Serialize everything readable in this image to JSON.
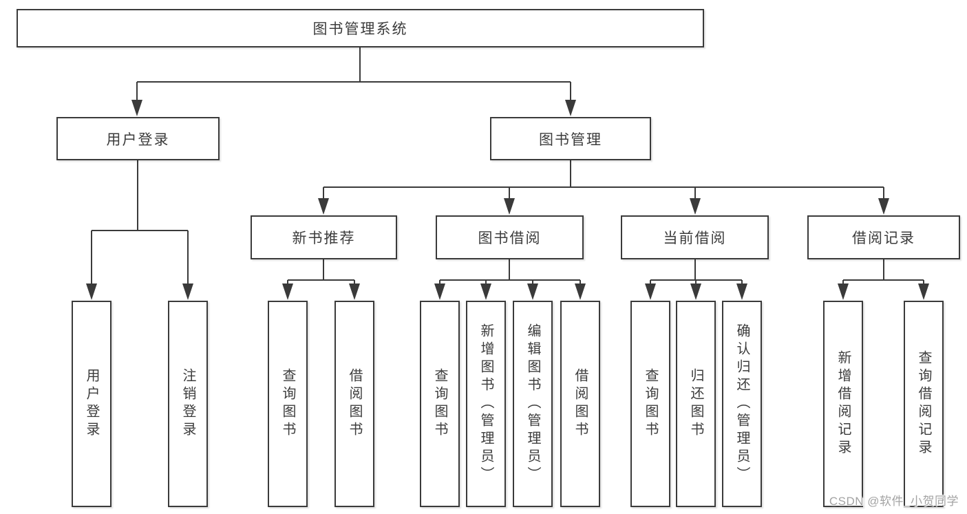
{
  "diagram": {
    "root": {
      "label": "图书管理系统"
    },
    "branches": [
      {
        "label": "用户登录",
        "leaves": [
          {
            "label": "用户登录"
          },
          {
            "label": "注销登录"
          }
        ]
      },
      {
        "label": "图书管理",
        "groups": [
          {
            "label": "新书推荐",
            "leaves": [
              {
                "label": "查询图书"
              },
              {
                "label": "借阅图书"
              }
            ]
          },
          {
            "label": "图书借阅",
            "leaves": [
              {
                "label": "查询图书"
              },
              {
                "label": "新增图书（管理员）"
              },
              {
                "label": "编辑图书（管理员）"
              },
              {
                "label": "借阅图书"
              }
            ]
          },
          {
            "label": "当前借阅",
            "leaves": [
              {
                "label": "查询图书"
              },
              {
                "label": "归还图书"
              },
              {
                "label": "确认归还（管理员）"
              }
            ]
          },
          {
            "label": "借阅记录",
            "leaves": [
              {
                "label": "新增借阅记录"
              },
              {
                "label": "查询借阅记录"
              }
            ]
          }
        ]
      }
    ]
  },
  "watermark": {
    "text": "CSDN @软件_小贺同学"
  },
  "colors": {
    "line": "#3a3a3a",
    "box_border": "#3a3a3a",
    "text": "#3c3c3c",
    "watermark_text": "#a3a3a3",
    "background": "#ffffff"
  }
}
